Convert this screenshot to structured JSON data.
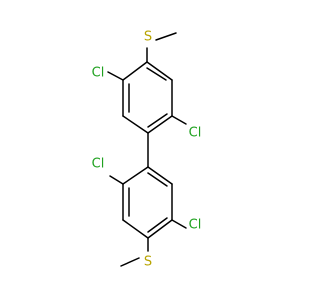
{
  "atoms": {
    "s_top": "S",
    "s_bottom": "S",
    "cl_top_ring_left": "Cl",
    "cl_top_ring_right": "Cl",
    "cl_bottom_ring_left": "Cl",
    "cl_bottom_ring_right": "Cl"
  },
  "colors": {
    "bond": "#000000",
    "sulfur": "#b8a400",
    "chlorine": "#1fa11f",
    "background": "#ffffff"
  }
}
